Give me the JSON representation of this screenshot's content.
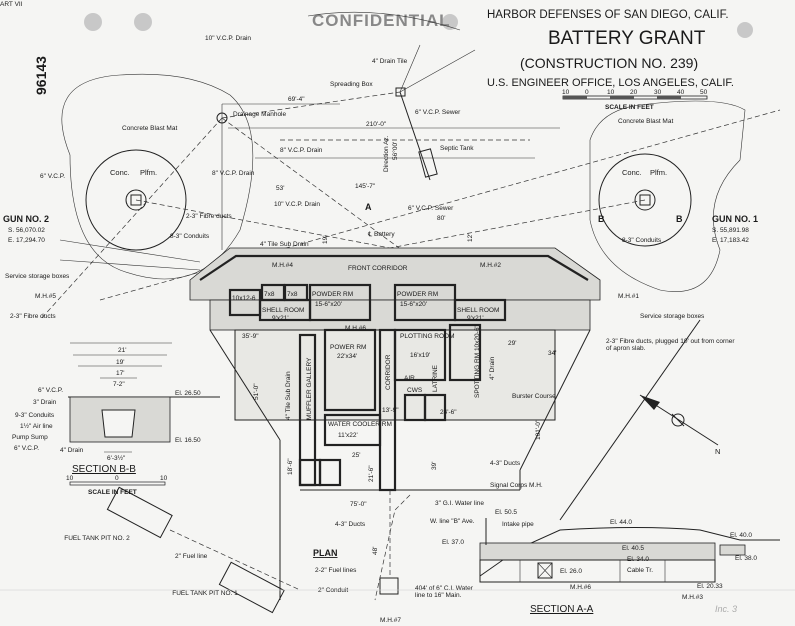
{
  "header": {
    "sheet_ref": "ART VII",
    "stamp": "CONFIDENTIAL",
    "drawing_number": "96143",
    "org": "HARBOR  DEFENSES OF SAN DIEGO, CALIF.",
    "battery": "BATTERY GRANT",
    "construction": "(CONSTRUCTION NO. 239)",
    "office": "U.S. ENGINEER OFFICE, LOS ANGELES, CALIF."
  },
  "main_scale": {
    "ticks": [
      "10",
      "0",
      "10",
      "20",
      "30",
      "40",
      "50"
    ],
    "label": "SCALE IN FEET"
  },
  "guns": {
    "gun2": {
      "name": "GUN NO. 2",
      "s": "S. 56,070.02",
      "e": "E. 17,294.70",
      "conc": "Conc.",
      "plfm": "Plfm."
    },
    "gun1": {
      "name": "GUN NO. 1",
      "s": "S. 55,891.98",
      "e": "E. 17,183.42",
      "conc": "Conc.",
      "plfm": "Plfm."
    }
  },
  "plan_labels": {
    "drain_10_top": "10\" V.C.P. Drain",
    "drain_tile": "4\" Drain Tile",
    "spreading_box": "Spreading Box",
    "sewer_6": "6\" V.C.P. Sewer",
    "blast_mat_left": "Concrete Blast Mat",
    "blast_mat_right": "Concrete Blast Mat",
    "drainage_manhole": "Drainage Manhole",
    "dim_69": "69'-4\"",
    "dim_210": "210'-0\"",
    "drain_8": "8\" V.C.P. Drain",
    "direction_az": "Direction Az.",
    "az_value": "56°00'",
    "septic_tank": "Septic Tank",
    "vcp_6_left": "6\" V.C.P.",
    "vcp_8_drain": "8\" V.C.P. Drain",
    "dim_53": "53'",
    "dim_145": "145'-7\"",
    "drain_10_mid": "10\" V.C.P. Drain",
    "section_a": "A",
    "sewer_6_mid": "6\" V.C.P. Sewer",
    "dim_80": "80'",
    "fibre_ducts_2_3": "2-3\" Fibre ducts",
    "conduits_8_3_left": "8-3\" Conduits",
    "conduits_8_3_right": "8-3\" Conduits",
    "dim_19": "19'",
    "dim_12": "12'",
    "battery_cl": "℄ Battery",
    "tile_sub_drain": "4\" Tile Sub Drain",
    "section_b_left": "B",
    "section_b_right": "B",
    "service_boxes_left": "Service storage boxes",
    "service_boxes_right": "Service storage boxes",
    "mh5": "M.H.#5",
    "mh1": "M.H.#1",
    "mh4": "M.H.#4",
    "mh2": "M.H.#2",
    "mh6": "M.H.#6",
    "fibre_ducts_left": "2-3\" Fibre ducts",
    "fibre_ducts_right": "2-3\" Fibre ducts, plugged 10' out from corner of apron slab.",
    "front_corridor": "FRONT   CORRIDOR",
    "room_10x12": "10x12-6",
    "room_7x8_a": "7x8",
    "room_7x8_b": "7x8",
    "powder_rm_left": "POWDER RM",
    "powder_rm_left_size": "15-6\"x20'",
    "powder_rm_right": "POWDER RM",
    "powder_rm_right_size": "15-6\"x20'",
    "shell_room_left": "SHELL ROOM",
    "shell_room_left_size": "9'x21'",
    "shell_room_right": "SHELL ROOM",
    "shell_room_right_size": "9'x21'",
    "dim_35_9": "35'-9\"",
    "dim_29": "29'",
    "dim_34": "34'",
    "power_rm": "POWER RM",
    "power_rm_size": "22'x34'",
    "plotting_room": "PLOTTING ROOM",
    "plotting_room_size": "16'x19'",
    "spotting_rm": "SPOTTING RM 10x20-6\"",
    "corridor": "CORRIDOR",
    "muffler_gallery": "MUFFLER GALLERY",
    "tile_sub_drain_v": "4\" Tile Sub Drain",
    "dim_51": "51'-0\"",
    "air": "AIR",
    "cws": "CWS",
    "latrine": "LATRINE",
    "drain_4": "4\" Drain",
    "burster_course": "Burster Course",
    "dim_101": "101'-0\"",
    "dim_24_6": "24'-6\"",
    "dim_13_9": "13'-9\"",
    "water_cooler_rm": "WATER COOLER RM",
    "water_cooler_size": "11'x22'",
    "dim_18_6": "18'-6\"",
    "dim_25": "25'",
    "dim_21_6": "21'-6\"",
    "dim_39": "39'",
    "ducts_4_3": "4-3\" Ducts",
    "signal_corps": "Signal Corps M.H.",
    "dim_75": "75'-0\"",
    "water_line_3": "3\" G.I. Water line",
    "ducts_4_3_b": "4-3\" Ducts",
    "w_line": "W. line \"B\" Ave.",
    "dim_48": "48'",
    "plan_title": "PLAN",
    "fuel_line_2": "2\" Fuel line",
    "fuel_lines": "2-2\" Fuel lines",
    "conduit_2": "2\" Conduit",
    "fuel_tank_2": "FUEL TANK PIT NO. 2",
    "fuel_tank_1": "FUEL TANK PIT NO. 1",
    "water_line_404": "404' of 6\" C.I. Water line to 16\" Main.",
    "mh7": "M.H.#7",
    "compass_n": "N"
  },
  "section_bb": {
    "title": "SECTION B-B",
    "dims": [
      "21'",
      "19'",
      "17'",
      "7-2\"",
      "6'-3½\""
    ],
    "labels": [
      "6\" V.C.P.",
      "3\" Drain",
      "9-3\" Conduits",
      "1½\" Air line",
      "Pump Sump",
      "6\" V.C.P.",
      "4\" Drain"
    ],
    "el_top": "El. 26.50",
    "el_bottom": "El. 16.50",
    "scale_ticks": [
      "10",
      "0",
      "10"
    ],
    "scale_label": "SCALE IN FEET"
  },
  "section_aa": {
    "title": "SECTION A-A",
    "labels": [
      "El. 50.5",
      "Intake pipe",
      "El. 37.0",
      "El. 44.0",
      "El. 40.5",
      "El. 34.0",
      "Cable Tr.",
      "El. 26.0",
      "M.H.#6",
      "M.H.#3",
      "El. 20.33",
      "El. 40.0",
      "El. 38.0"
    ],
    "annotation": "Inc. 3"
  }
}
